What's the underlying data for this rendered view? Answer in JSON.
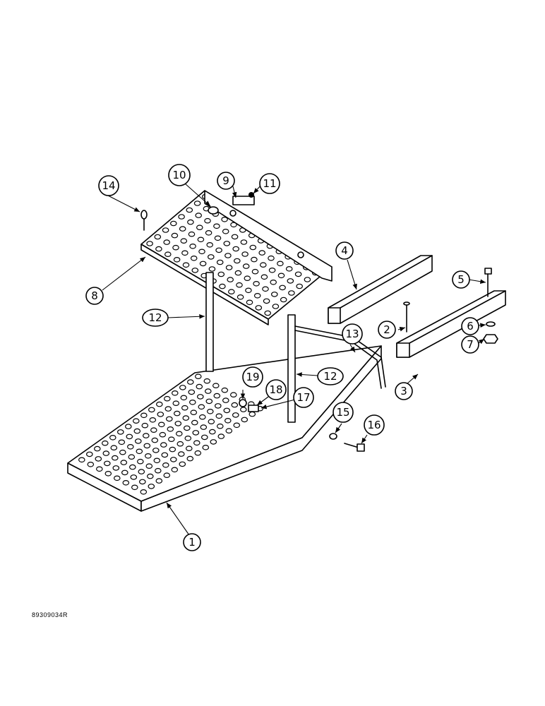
{
  "drawing_code": "89309034R",
  "callouts": {
    "c1": "1",
    "c2": "2",
    "c3": "3",
    "c4": "4",
    "c5": "5",
    "c6": "6",
    "c7": "7",
    "c8": "8",
    "c9": "9",
    "c10": "10",
    "c11": "11",
    "c12a": "12",
    "c12b": "12",
    "c13": "13",
    "c14": "14",
    "c15": "15",
    "c16": "16",
    "c17": "17",
    "c18": "18",
    "c19": "19"
  }
}
